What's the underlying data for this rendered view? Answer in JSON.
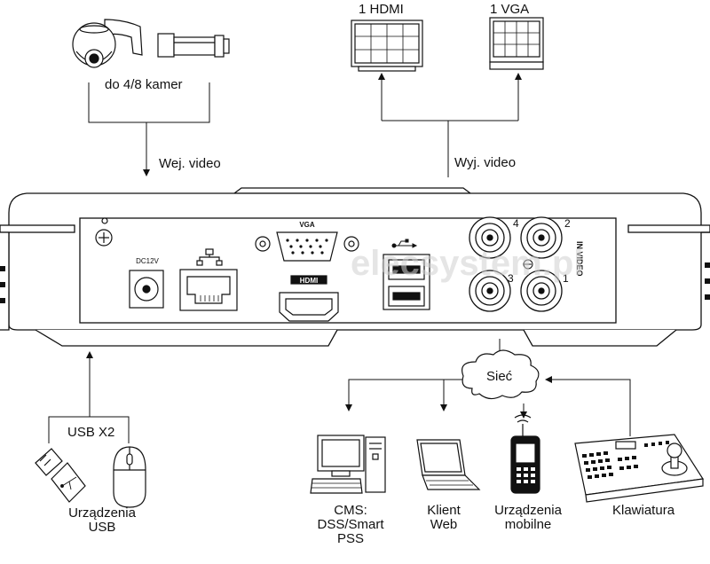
{
  "labels": {
    "cameras": "do 4/8 kamer",
    "video_in": "Wej. video",
    "hdmi": "1 HDMI",
    "vga": "1 VGA",
    "video_out": "Wyj. video",
    "usb_x2": "USB X2",
    "usb_devices": [
      "Urządzenia",
      "USB"
    ],
    "network": "Sieć",
    "cms": [
      "CMS:",
      "DSS/Smart",
      "PSS"
    ],
    "web_client": [
      "Klient",
      "Web"
    ],
    "mobile": [
      "Urządzenia",
      "mobilne"
    ],
    "keyboard": "Klawiatura"
  },
  "device_panel": {
    "vga_port": "VGA",
    "hdmi_port": "HDMI",
    "power": "DC12V",
    "video_in_ports": "IN VIDEO",
    "bnc_numbers": [
      "4",
      "2",
      "3",
      "1"
    ],
    "watermark": "elecsystem.pl"
  },
  "colors": {
    "line": "#111111",
    "device_fill": "#ffffff",
    "watermark": "#cfcfcf"
  }
}
